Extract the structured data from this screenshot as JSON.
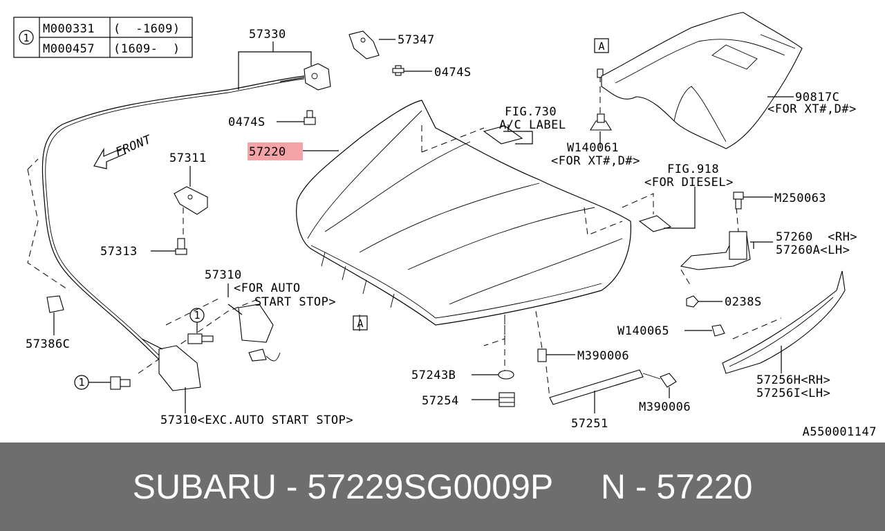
{
  "legend": {
    "marker": "1",
    "rows": [
      {
        "code": "M000331",
        "range": "(  -1609)"
      },
      {
        "code": "M000457",
        "range": "(1609-  )"
      }
    ]
  },
  "front_label": "FRONT",
  "parts": {
    "p57330": "57330",
    "p57347": "57347",
    "p0474s_a": "0474S",
    "p0474s_b": "0474S",
    "p57220": "57220",
    "fig730_a": "FIG.730",
    "fig730_b": "A/C LABEL",
    "w140061_a": "W140061",
    "w140061_b": "<FOR XT#,D#>",
    "p90817c_a": "90817C",
    "p90817c_b": "<FOR XT#,D#>",
    "p57311": "57311",
    "fig918_a": "FIG.918",
    "fig918_b": "<FOR DIESEL>",
    "m250063": "M250063",
    "p57313": "57313",
    "p57260_a": "57260  <RH>",
    "p57260_b": "57260A<LH>",
    "p57310_top_a": "57310",
    "p57310_top_b": "<FOR AUTO",
    "p57310_top_c": "START STOP>",
    "p0238s": "0238S",
    "p57386c": "57386C",
    "w140065": "W140065",
    "m390006_a": "M390006",
    "p57243b": "57243B",
    "p57256_a": "57256H<RH>",
    "p57256_b": "57256I<LH>",
    "p57254": "57254",
    "m390006_b": "M390006",
    "p57310_bottom": "57310<EXC.AUTO START STOP>",
    "p57251": "57251",
    "ref_a": "A",
    "ref_b": "A",
    "circle_1": "1",
    "circle_2": "1"
  },
  "diagram_id": "A550001147",
  "highlight_color": "#f4a3a6",
  "footer": {
    "text": "SUBARU - 57229SG0009P     N - 57220"
  }
}
